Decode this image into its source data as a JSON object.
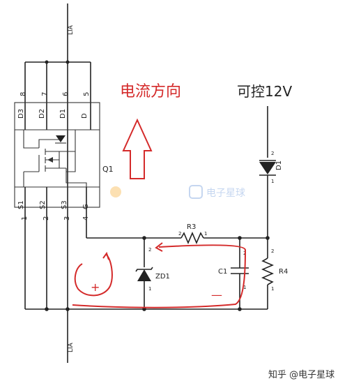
{
  "annotations": {
    "current_direction": "电流方向",
    "controlled_supply": "可控12V",
    "plus": "+",
    "minus": "—"
  },
  "pin_numbers_top": [
    "8",
    "7",
    "6",
    "5"
  ],
  "pin_labels_top": [
    "D3",
    "D2",
    "D1",
    "D"
  ],
  "pin_labels_bottom": [
    "S1",
    "S2",
    "S3",
    "G"
  ],
  "pin_numbers_bottom": [
    "1",
    "2",
    "3",
    "4"
  ],
  "components": {
    "mosfet": "Q1",
    "diode": "D1",
    "resistor_series": "R3",
    "resistor_shunt": "R4",
    "capacitor": "C1",
    "zener": "ZD1"
  },
  "pin_marks": {
    "diode_top": "2",
    "diode_bottom": "1",
    "zener_top": "2",
    "zener_bottom": "1",
    "r3_left": "2",
    "r3_right": "1",
    "r4_top": "2",
    "r4_bottom": "1",
    "c1_top": "2",
    "c1_bottom": "1"
  },
  "net_labels": {
    "top": "LIA",
    "bottom": "LIA"
  },
  "watermark": "电子星球",
  "footer": "知乎 @电子星球",
  "colors": {
    "annotation_red": "#d42a2a",
    "wire": "#222222"
  }
}
